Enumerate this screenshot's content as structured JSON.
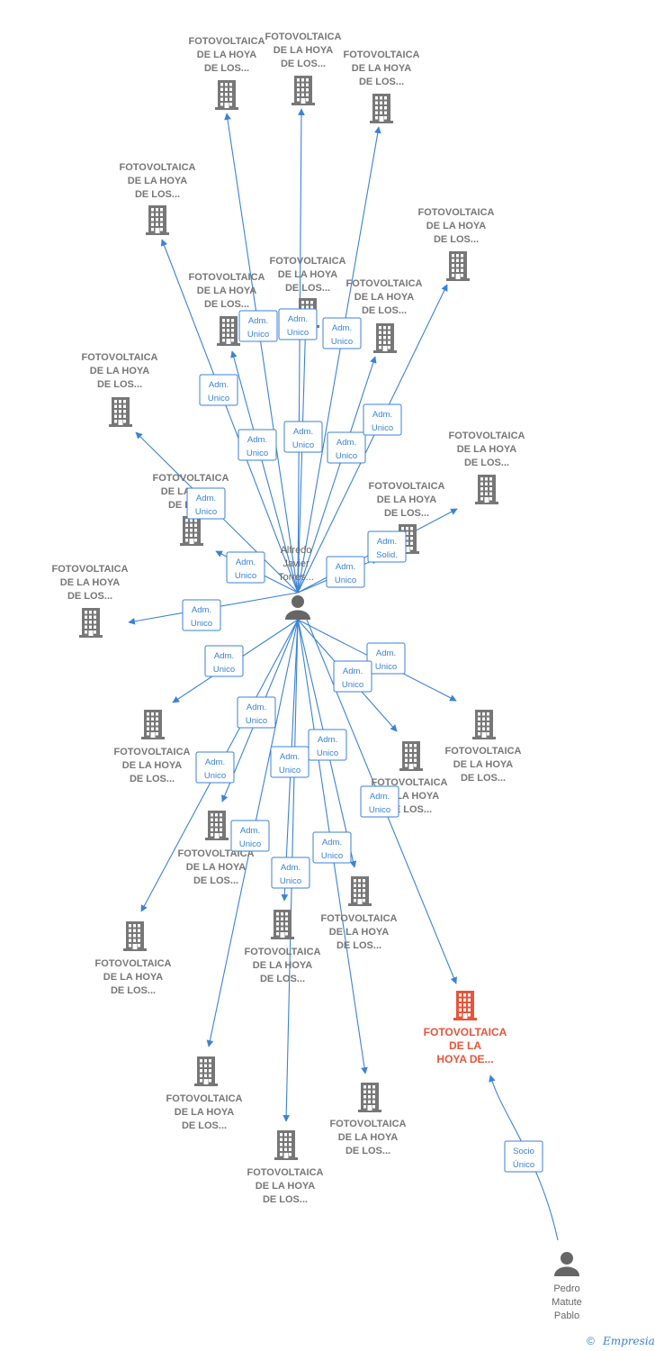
{
  "company_label_lines": [
    "FOTOVOLTAICA",
    "DE LA HOYA",
    "DE LOS..."
  ],
  "highlight_company": {
    "lines": [
      "FOTOVOLTAICA",
      "DE LA",
      "HOYA DE..."
    ]
  },
  "persons": {
    "main": {
      "lines": [
        "Alfredo",
        "Javier",
        "Torres..."
      ]
    },
    "secondary": {
      "lines": [
        "Pedro",
        "Matute",
        "Pablo"
      ]
    }
  },
  "roles": {
    "adm_unico": [
      "Adm.",
      "Unico"
    ],
    "adm_solid": [
      "Adm.",
      "Solid."
    ],
    "socio_unico": [
      "Socio",
      "Único"
    ]
  },
  "footer": {
    "copyright": "©",
    "brand": "Empresia"
  },
  "colors": {
    "edge": "#3b82d6",
    "building": "#777777",
    "highlight": "#e8543a",
    "person": "#666666"
  },
  "icons": {
    "company": "building-icon",
    "person": "person-icon"
  }
}
